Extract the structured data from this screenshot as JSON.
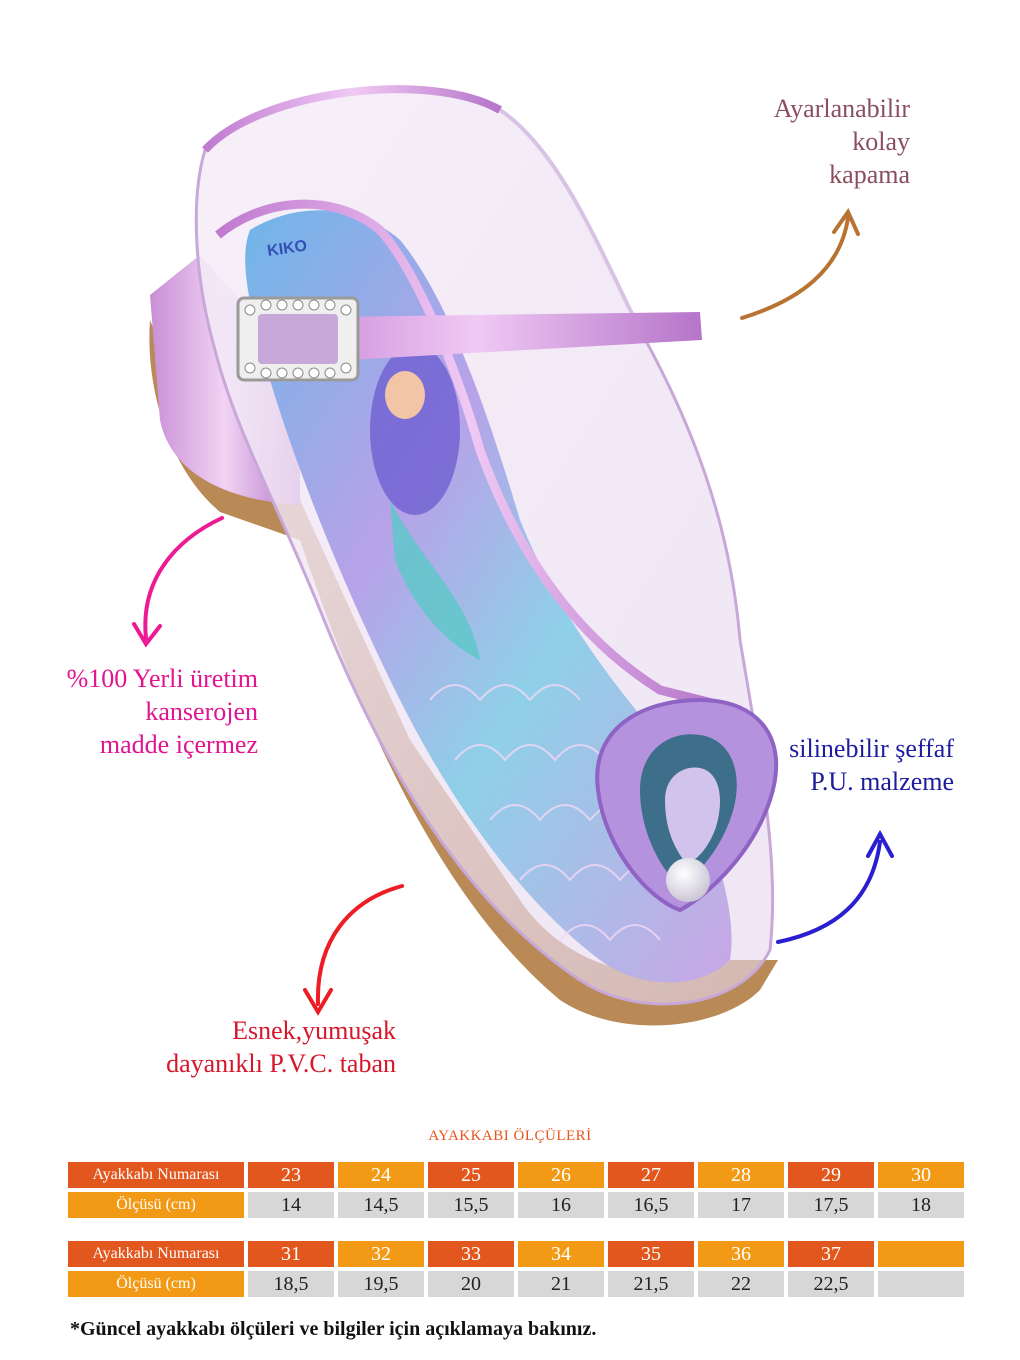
{
  "callouts": {
    "closure": [
      "Ayarlanabilir",
      "kolay",
      "kapama"
    ],
    "local": [
      "%100 Yerli üretim",
      "kanserojen",
      "madde içermez"
    ],
    "material": [
      "silinebilir şeffaf",
      "P.U. malzeme"
    ],
    "sole": [
      "Esnek,yumuşak",
      "dayanıklı P.V.C. taban"
    ]
  },
  "colors": {
    "closure_arrow": "#b87333",
    "local_arrow": "#ec1a93",
    "material_arrow": "#2a1fd0",
    "sole_arrow": "#ee1c24",
    "header_red": "#e2571e",
    "header_orange": "#f29a16",
    "value_grey": "#d7d7d7"
  },
  "size_table": {
    "title": "AYAKKABI ÖLÇÜLERİ",
    "number_label": "Ayakkabı Numarası",
    "measure_label": "Ölçüsü (cm)",
    "row1": {
      "sizes": [
        "23",
        "24",
        "25",
        "26",
        "27",
        "28",
        "29",
        "30"
      ],
      "measures": [
        "14",
        "14,5",
        "15,5",
        "16",
        "16,5",
        "17",
        "17,5",
        "18"
      ]
    },
    "row2": {
      "sizes": [
        "31",
        "32",
        "33",
        "34",
        "35",
        "36",
        "37",
        ""
      ],
      "measures": [
        "18,5",
        "19,5",
        "20",
        "21",
        "21,5",
        "22",
        "22,5",
        ""
      ]
    }
  },
  "footnote": "*Güncel ayakkabı ölçüleri ve bilgiler için açıklamaya bakınız.",
  "insole_brand": "KIKO"
}
